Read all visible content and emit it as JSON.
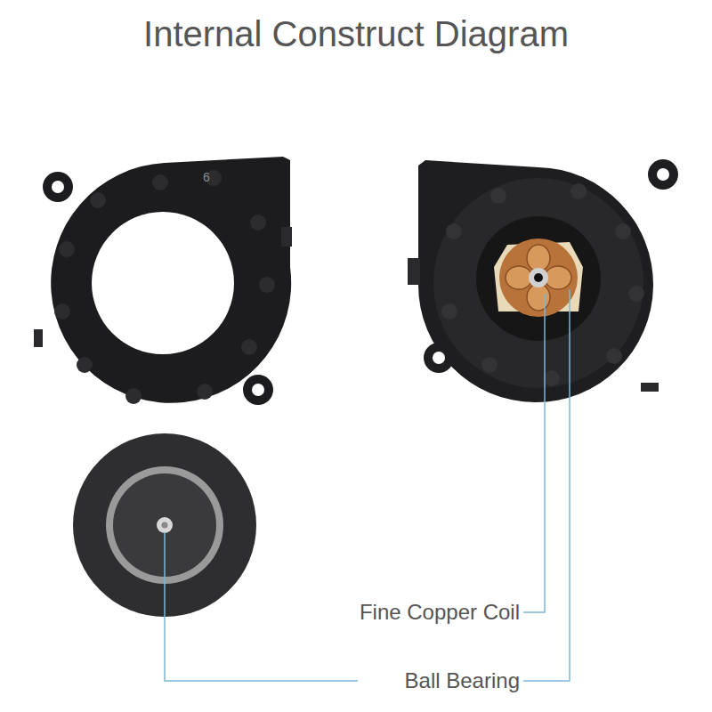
{
  "diagram": {
    "title": "Internal Construct Diagram",
    "labels": [
      "6",
      "Fine Copper Coil",
      "Ball Bearing"
    ]
  }
}
